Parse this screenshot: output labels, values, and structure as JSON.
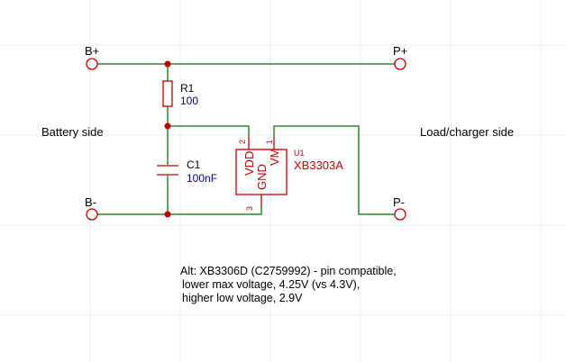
{
  "ports": {
    "bplus": "B+",
    "bminus": "B-",
    "pplus": "P+",
    "pminus": "P-"
  },
  "side_labels": {
    "battery": "Battery side",
    "load": "Load/charger side"
  },
  "components": {
    "r1": {
      "ref": "R1",
      "value": "100"
    },
    "c1": {
      "ref": "C1",
      "value": "100nF"
    },
    "u1": {
      "ref": "U1",
      "value": "XB3303A",
      "pins": {
        "vdd": "VDD",
        "gnd": "GND",
        "vm": "VM",
        "pin1": "1",
        "pin2": "2",
        "pin3": "3"
      }
    }
  },
  "note": {
    "line1": "Alt: XB3306D (C2759992) - pin compatible,",
    "line2": "lower max voltage, 4.25V (vs 4.3V),",
    "line3": "higher low voltage, 2.9V"
  },
  "colors": {
    "wire": "#2a8a2a",
    "part": "#c00000",
    "value_text": "#00008b",
    "grid": "#eeeeee"
  }
}
